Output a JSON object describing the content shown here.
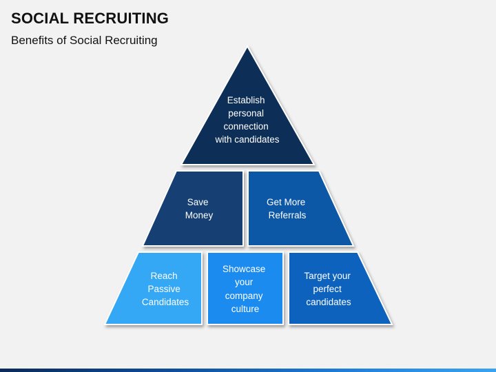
{
  "header": {
    "title": "SOCIAL RECRUITING",
    "subtitle": "Benefits of Social Recruiting"
  },
  "pyramid": {
    "top": {
      "lines": [
        "Establish",
        "personal",
        "connection",
        "with candidates"
      ],
      "color": "#0d2e57"
    },
    "middle": [
      {
        "lines": [
          "Save",
          "Money"
        ],
        "color": "#123f73"
      },
      {
        "lines": [
          "Get More",
          "Referrals"
        ],
        "color": "#0d58a6"
      }
    ],
    "bottom": [
      {
        "lines": [
          "Reach",
          "Passive",
          "Candidates"
        ],
        "color": "#35a8f5"
      },
      {
        "lines": [
          "Showcase",
          "your",
          "company",
          "culture"
        ],
        "color": "#1f8bf0"
      },
      {
        "lines": [
          "Target your",
          "perfect",
          "candidates"
        ],
        "color": "#0e62bd"
      }
    ]
  },
  "footer": {
    "bar_color": "#0e4d9b"
  }
}
